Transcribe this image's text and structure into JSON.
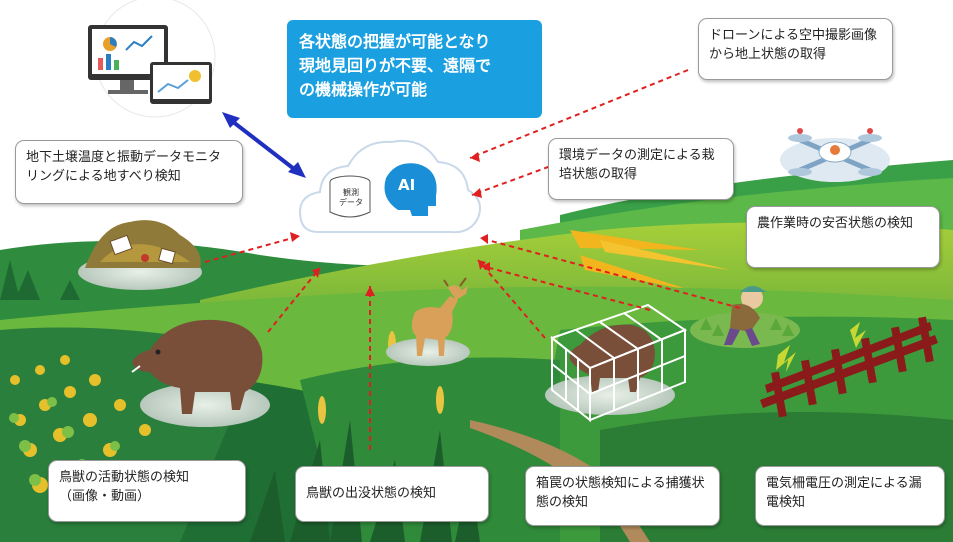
{
  "headline": {
    "line1": "各状態の把握が可能となり",
    "line2": "現地見回りが不要、遠隔で",
    "line3": "の機械操作が可能"
  },
  "cloud": {
    "db_line1": "観測",
    "db_line2": "データ",
    "ai_label": "AI"
  },
  "bubbles": {
    "landslide": "地下土壌温度と振動データモニタリングによる地すべり検知",
    "drone": "ドローンによる空中撮影画像から地上状態の取得",
    "environment": "環境データの測定による栽培状態の取得",
    "farmwork": "農作業時の安否状態の検知",
    "animal_activity_line1": "鳥獣の活動状態の検知",
    "animal_activity_line2": "（画像・動画）",
    "animal_appearance": "鳥獣の出没状態の検知",
    "trap": "箱罠の状態検知による捕獲状態の検知",
    "fence": "電気柵電圧の測定による漏電検知"
  },
  "colors": {
    "headline_bg": "#1a9fe0",
    "arrow_red": "#e02020",
    "link_blue": "#1f2fbf",
    "grass_light": "#8cc63f",
    "grass_dark": "#2e7d32",
    "fence": "#8b1a1a"
  }
}
